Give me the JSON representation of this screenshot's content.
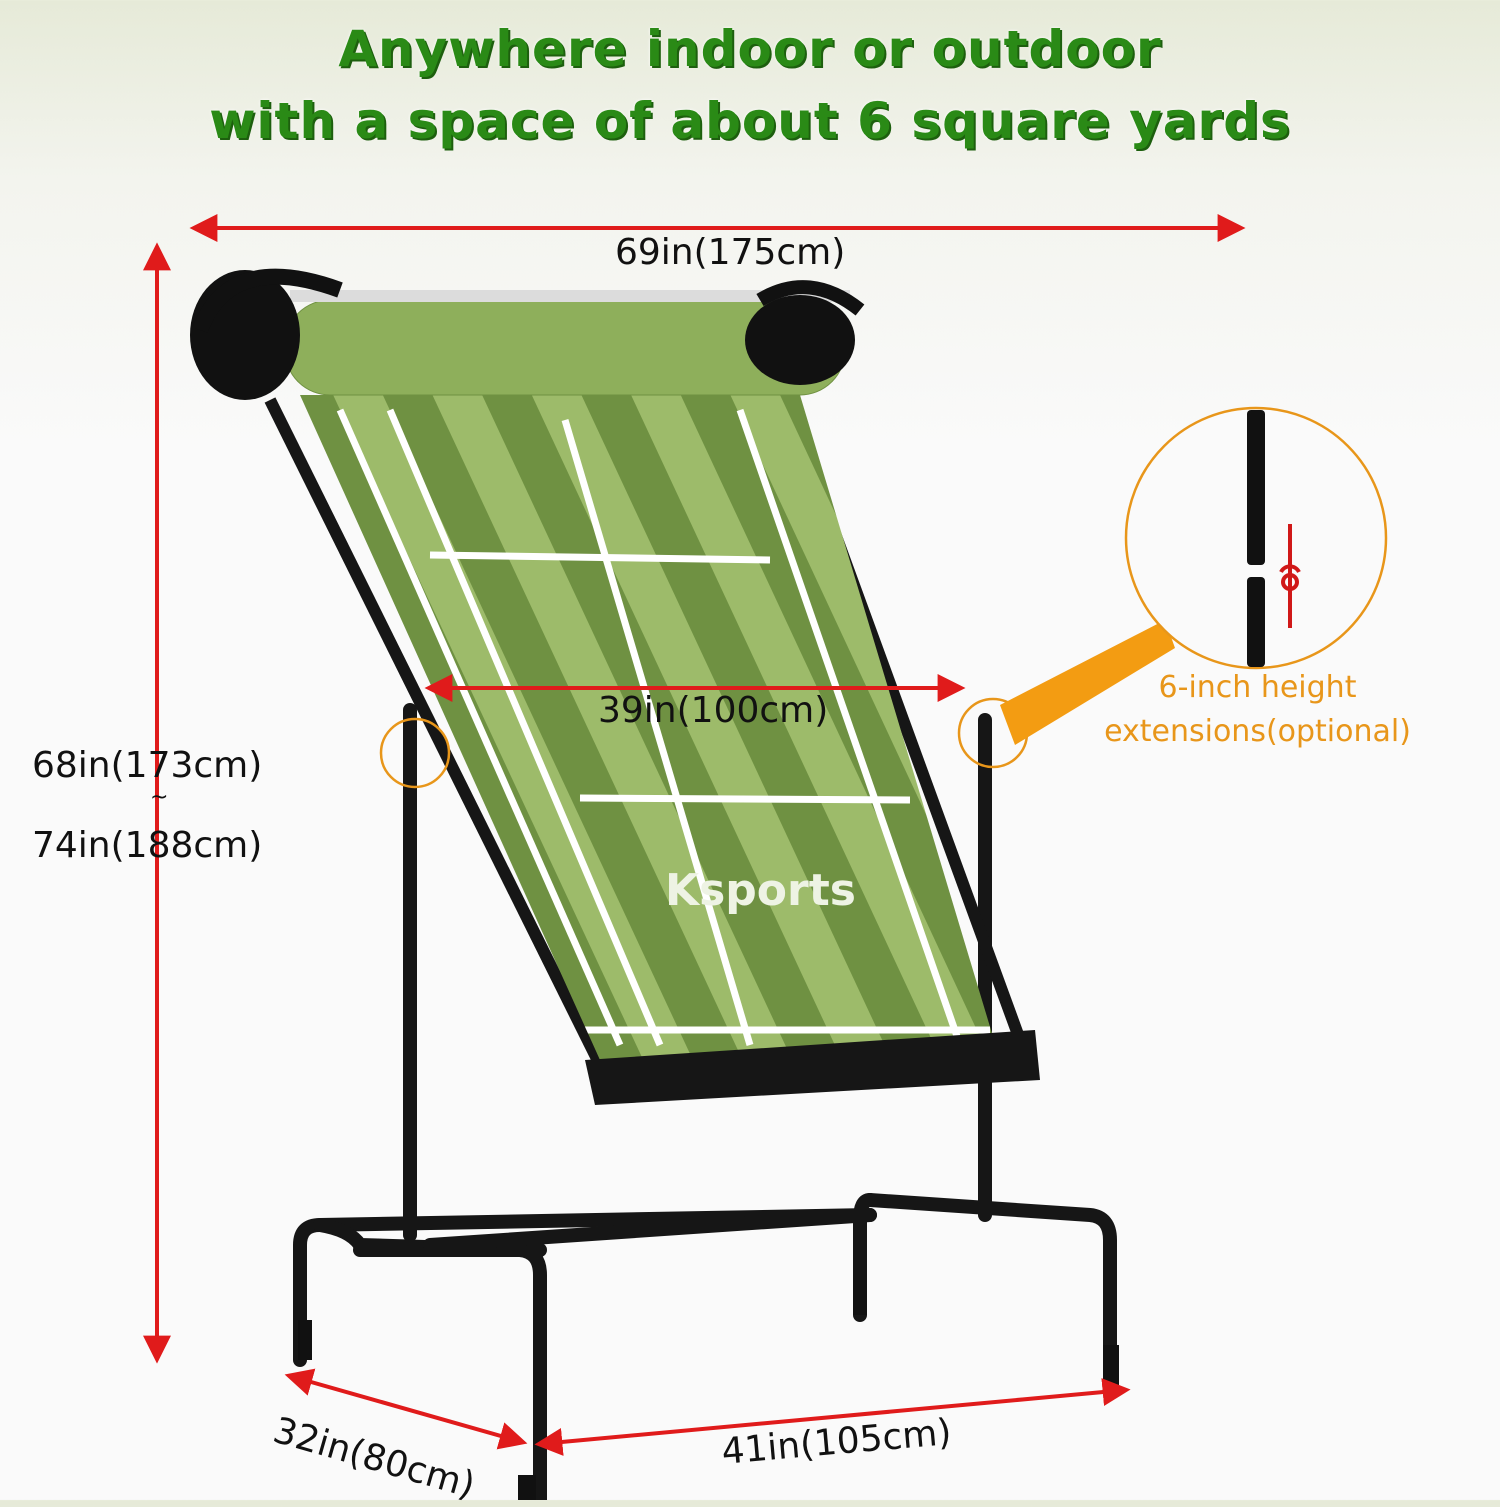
{
  "headline": {
    "line1": "Anywhere indoor or outdoor",
    "line2": "with a space of about 6 square yards",
    "color": "#2a8a16"
  },
  "brand": {
    "logo_text": "Ksports"
  },
  "dimensions": {
    "top_width": "69in(175cm)",
    "net_width": "39in(100cm)",
    "height_min": "68in(173cm)",
    "height_separator": "~",
    "height_max": "74in(188cm)",
    "base_depth": "32in(80cm)",
    "base_width": "41in(105cm)",
    "arrow_color": "#e01b1b"
  },
  "callout": {
    "line1": "6-inch height",
    "line2": "extensions(optional)",
    "color": "#e8961a",
    "icon": "extension-pole-joint-icon"
  },
  "product": {
    "name": "tennis rebounder net",
    "net_colors": [
      "#9dbb6a",
      "#6f9142",
      "#ffffff"
    ],
    "frame_color": "#161616"
  }
}
